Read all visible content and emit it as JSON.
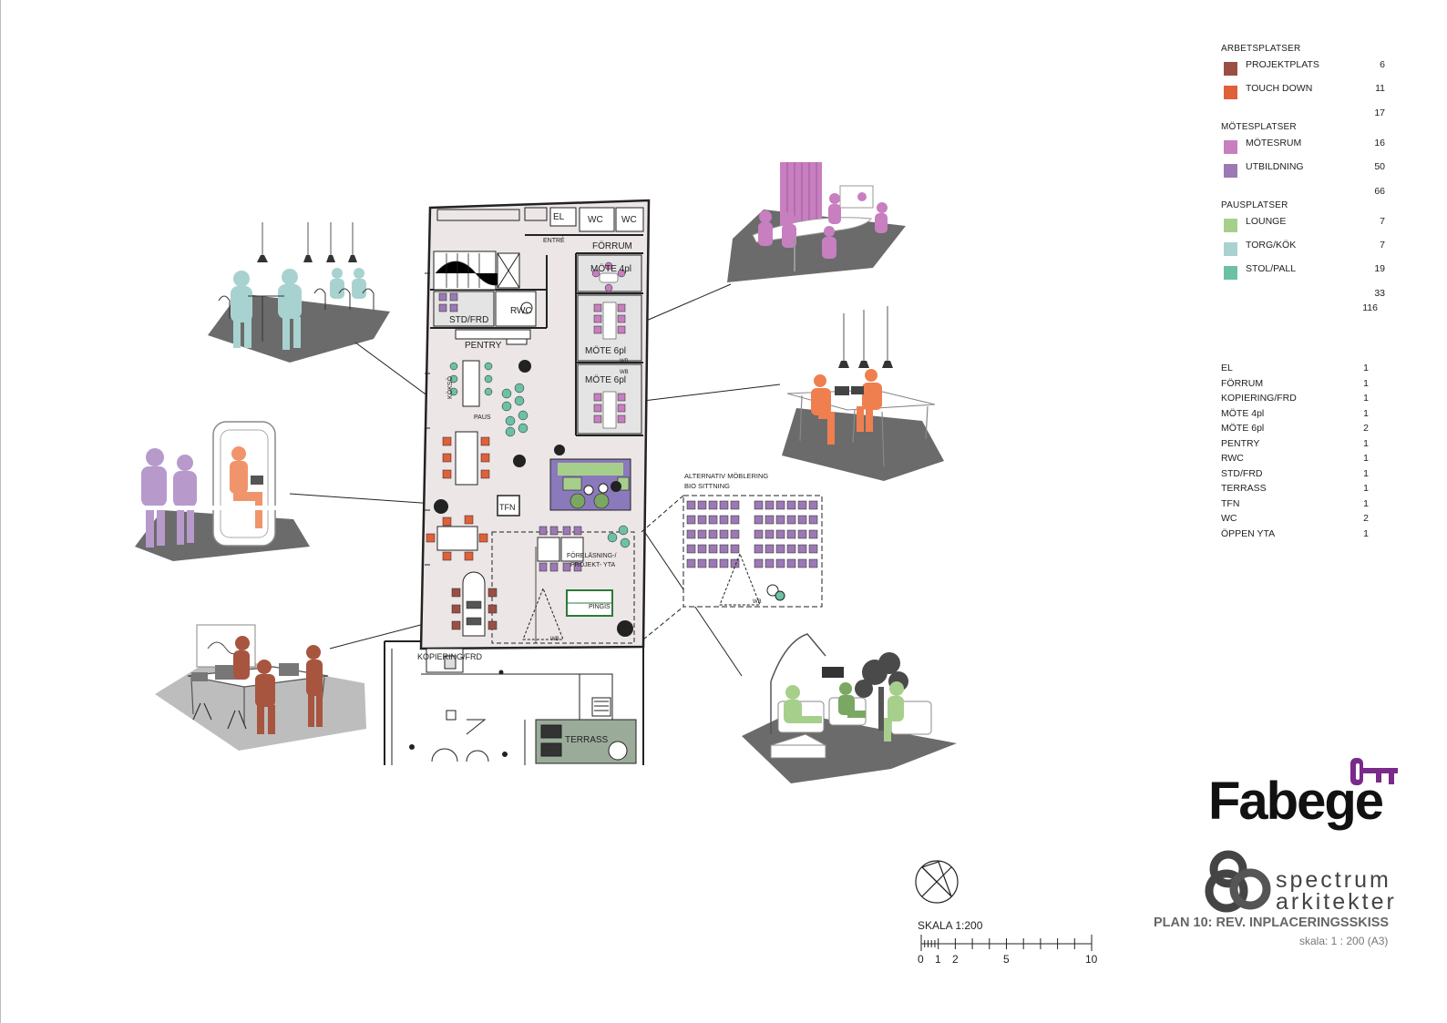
{
  "plan": {
    "labels": {
      "el": "EL",
      "wc1": "WC",
      "wc2": "WC",
      "entre": "ENTRÉ",
      "forrum": "FÖRRUM",
      "mote4": "MÖTE 4pl",
      "std_frd": "STD/FRD",
      "rwc": "RWC",
      "pentry": "PENTRY",
      "mote6a": "MÖTE 6pl",
      "mote6b": "MÖTE 6pl",
      "kokso": "KÖKSÖ",
      "paus": "PAUS",
      "tfn": "TFN",
      "forelasning1": "FÖRELÄSNING-/",
      "forelasning2": "PROJEKT- YTA",
      "pingis": "PINGIS",
      "kopiering": "KOPIERING/FRD",
      "terrass": "TERRASS",
      "wb": "WB",
      "alt1": "ALTERNATIV MÖBLERING",
      "alt2": "BIO SITTNING"
    }
  },
  "legend": {
    "groups": [
      {
        "title": "ARBETSPLATSER",
        "items": [
          {
            "label": "PROJEKTPLATS",
            "value": "6",
            "color": "#9b4f44"
          },
          {
            "label": "TOUCH DOWN",
            "value": "11",
            "color": "#e0603a"
          }
        ],
        "total": "17"
      },
      {
        "title": "MÖTESPLATSER",
        "items": [
          {
            "label": "MÖTESRUM",
            "value": "16",
            "color": "#c77fc0"
          },
          {
            "label": "UTBILDNING",
            "value": "50",
            "color": "#9c79b5"
          }
        ],
        "total": "66"
      },
      {
        "title": "PAUSPLATSER",
        "items": [
          {
            "label": "LOUNGE",
            "value": "7",
            "color": "#a7cf8c"
          },
          {
            "label": "TORG/KÖK",
            "value": "7",
            "color": "#a8d2cf"
          },
          {
            "label": "STOL/PALL",
            "value": "19",
            "color": "#6cc0a6"
          }
        ],
        "total": "33"
      }
    ],
    "grand_total": "116"
  },
  "rooms": [
    {
      "name": "EL",
      "count": "1"
    },
    {
      "name": "FÖRRUM",
      "count": "1"
    },
    {
      "name": "KOPIERING/FRD",
      "count": "1"
    },
    {
      "name": "MÖTE 4pl",
      "count": "1"
    },
    {
      "name": "MÖTE 6pl",
      "count": "2"
    },
    {
      "name": "PENTRY",
      "count": "1"
    },
    {
      "name": "RWC",
      "count": "1"
    },
    {
      "name": "STD/FRD",
      "count": "1"
    },
    {
      "name": "TERRASS",
      "count": "1"
    },
    {
      "name": "TFN",
      "count": "1"
    },
    {
      "name": "WC",
      "count": "2"
    },
    {
      "name": "ÖPPEN YTA",
      "count": "1"
    }
  ],
  "brand": {
    "client": "Fabege",
    "architect_line1": "spectrum",
    "architect_line2": "arkitekter"
  },
  "title_block": {
    "title": "PLAN 10: REV. INPLACERINGSSKISS",
    "scale": "skala:  1 : 200 (A3)"
  },
  "scalebar": {
    "label": "SKALA 1:200",
    "ticks": [
      "0",
      "1",
      "2",
      "5",
      "10"
    ]
  },
  "colors": {
    "floor": "#ece6e6",
    "platform": "#6b6b6b",
    "terrace": "#9aab9a",
    "lounge_purple": "#8a79bb",
    "brand_purple": "#7a2a8a"
  }
}
